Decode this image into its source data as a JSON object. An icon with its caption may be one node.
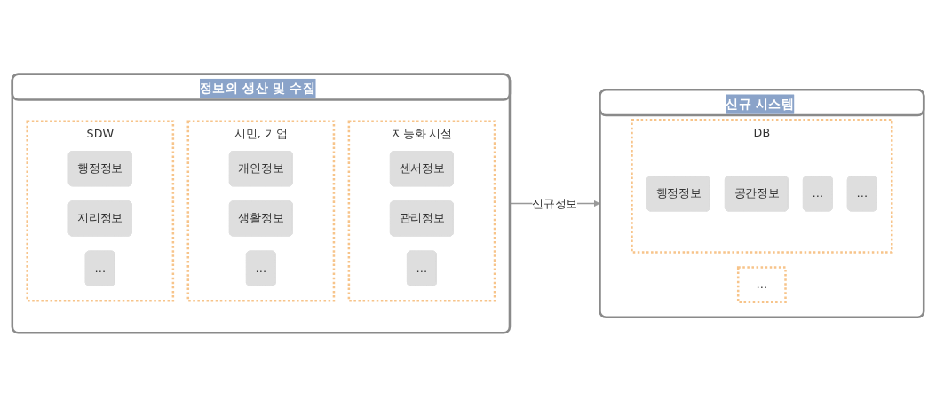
{
  "diagram": {
    "nodes": [
      {
        "text": [
          "정보의 생산 및 수집"
        ]
      },
      {
        "text": [
          "지능화 시설"
        ],
        "in": 0
      },
      {
        "text": [
          "센서정보"
        ],
        "in": 1
      },
      {
        "text": [
          "관리정보"
        ],
        "in": 1
      },
      {
        "text": [
          "…"
        ],
        "in": 1
      },
      {
        "text": [
          "시민, 기업"
        ],
        "in": 0
      },
      {
        "text": [
          "개인정보"
        ],
        "in": 5
      },
      {
        "text": [
          "생활정보"
        ],
        "in": 5
      },
      {
        "text": [
          "…"
        ],
        "in": 5
      },
      {
        "text": [
          "SDW"
        ],
        "in": 0
      },
      {
        "text": [
          "행정정보"
        ],
        "in": 9
      },
      {
        "text": [
          "지리정보"
        ],
        "in": 9
      },
      {
        "text": [
          "…"
        ],
        "in": 9
      },
      {
        "text": [
          "신규 시스템"
        ]
      },
      {
        "text": [
          "DB"
        ],
        "in": 13
      },
      {
        "text": [
          "행정정보"
        ],
        "in": 14
      },
      {
        "text": [
          "공간정보"
        ],
        "in": 14
      },
      {
        "text": [
          "…"
        ],
        "in": 14
      },
      {
        "text": [
          "…"
        ],
        "in": 14
      },
      {
        "text": [
          "…"
        ],
        "in": 13
      }
    ],
    "edges": [
      {
        "from": 0,
        "to": 13,
        "arrow": "to",
        "label": "신규정보"
      }
    ]
  }
}
